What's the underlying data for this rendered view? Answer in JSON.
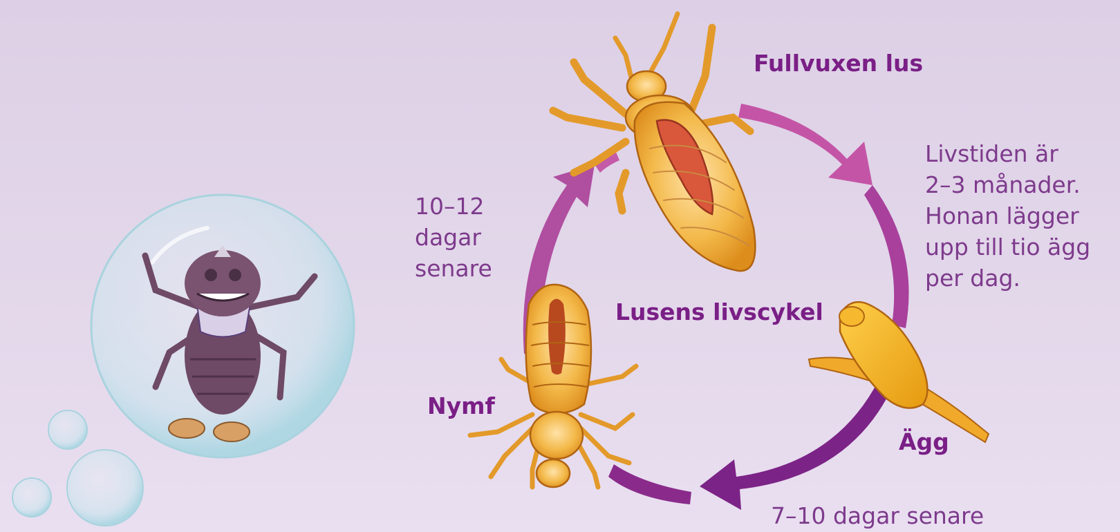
{
  "diagram": {
    "center_title": "Lusens livscykel",
    "stages": {
      "adult": "Fullvuxen lus",
      "egg": "Ägg",
      "nymph": "Nymf"
    },
    "adult_note": [
      "Livstiden är",
      "2–3 månader.",
      "Honan lägger",
      "upp till tio ägg",
      "per dag."
    ],
    "egg_to_nymph": "7–10 dagar senare",
    "nymph_to_adult": [
      "10–12",
      "dagar",
      "senare"
    ]
  },
  "colors": {
    "arrow_light": "#c45aa8",
    "arrow_dark": "#7a2384",
    "label": "#7a1f86",
    "louse_body": "#f0b03a",
    "louse_outline": "#b86a10",
    "bubble": "#bfe2ea",
    "mascot": "#6e4a66"
  },
  "illustrations": [
    "adult-louse",
    "egg-nit",
    "nymph",
    "mascot-in-bubble"
  ]
}
